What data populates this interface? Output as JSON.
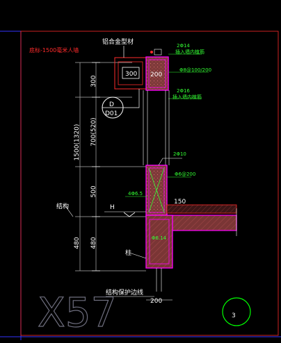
{
  "drawing": {
    "title_note": "底标-1500毫米人墙",
    "sheet_code": "X57",
    "detail_number": "3",
    "section_ref_top": "D",
    "section_ref_bottom": "D01"
  },
  "labels": {
    "aluminum_profile": "铝合金型材",
    "block_dim": "300",
    "block_dim_2": "200",
    "rebar_top_1": "2Φ14",
    "rebar_top_1_note": "插入墙内植筋",
    "stirrup_top": "Φ8@100/200",
    "rebar_top_2": "2Φ16",
    "rebar_top_2_note": "插入墙内植筋",
    "rebar_mid_1": "2Φ10",
    "stirrup_mid": "Φ6@200",
    "rebar_diag": "4Φ6.5",
    "slab_note": "150",
    "column_note": "柱",
    "structure_label": "结构",
    "h_label": "H",
    "wall_line_label": "结构保护边线",
    "bottom_dim": "200",
    "small_label": "Φ6.14"
  },
  "dimensions": {
    "d300": "300",
    "d1500": "1500(1320)",
    "d700": "700(520)",
    "d500": "500",
    "d480a": "480",
    "d480b": "480"
  },
  "colors": {
    "background": "#000000",
    "frame_blue": "#3535ff",
    "frame_red": "#ff2b2b",
    "concrete_magenta": "#ff00ff",
    "concrete_fill": "#8a3d3d",
    "hatch_dark": "#3a1515",
    "rebar_green": "#33ff33",
    "text_white": "#ffffff",
    "dim_gray": "#b0b0b0",
    "circle_green": "#00ff00"
  }
}
